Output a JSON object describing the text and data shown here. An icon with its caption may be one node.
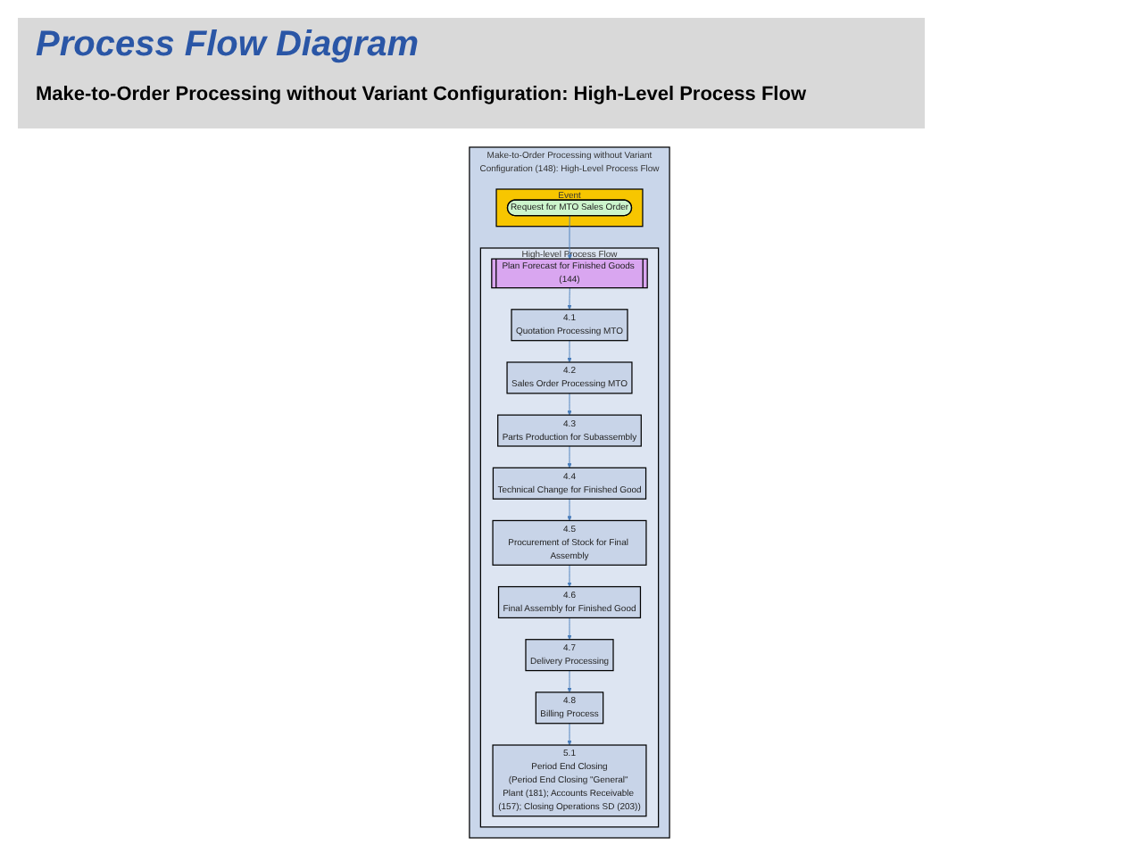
{
  "diagram": {
    "title": "Process Flow Diagram",
    "nodes": [
      {
        "text": [
          "Make-to-Order Processing without Variant Configuration (148): High-Level Process Flow"
        ]
      },
      {
        "text": [
          "Event"
        ],
        "in": 0
      },
      {
        "text": [
          "Request for MTO Sales Order"
        ],
        "in": 1
      },
      {
        "text": [
          "High-level Process Flow"
        ],
        "in": 0
      },
      {
        "text": [
          "Plan Forecast for Finished Goods (144)"
        ],
        "in": 3
      },
      {
        "text": [
          "4.1",
          "Quotation Processing MTO"
        ],
        "in": 3
      },
      {
        "text": [
          "4.2",
          "Sales Order Processing MTO"
        ],
        "in": 3
      },
      {
        "text": [
          "4.3",
          "Parts Production for Subassembly"
        ],
        "in": 3
      },
      {
        "text": [
          "4.4",
          "Technical Change for Finished Good"
        ],
        "in": 3
      },
      {
        "text": [
          "4.5",
          "Procurement of Stock for Final Assembly"
        ],
        "in": 3
      },
      {
        "text": [
          "4.6",
          "Final Assembly for Finished Good"
        ],
        "in": 3
      },
      {
        "text": [
          "4.7",
          "Delivery Processing"
        ],
        "in": 3
      },
      {
        "text": [
          "4.8",
          "Billing Process"
        ],
        "in": 3
      },
      {
        "text": [
          "5.1",
          "Period End Closing",
          "(Period End Closing \"General\" Plant (181); Accounts Receivable (157); Closing Operations SD (203))"
        ],
        "in": 3
      }
    ],
    "edges": [
      {
        "from": 2,
        "to": 4,
        "arrow": "to"
      },
      {
        "from": 4,
        "to": 5,
        "arrow": "to"
      },
      {
        "from": 5,
        "to": 6,
        "arrow": "to"
      },
      {
        "from": 6,
        "to": 7,
        "arrow": "to"
      },
      {
        "from": 7,
        "to": 8,
        "arrow": "to"
      },
      {
        "from": 8,
        "to": 9,
        "arrow": "to"
      },
      {
        "from": 9,
        "to": 10,
        "arrow": "to"
      },
      {
        "from": 10,
        "to": 11,
        "arrow": "to"
      },
      {
        "from": 11,
        "to": 12,
        "arrow": "to"
      },
      {
        "from": 12,
        "to": 13,
        "arrow": "to"
      }
    ],
    "labels": [
      "Make-to-Order Processing without Variant Configuration: High-Level Process Flow"
    ]
  }
}
